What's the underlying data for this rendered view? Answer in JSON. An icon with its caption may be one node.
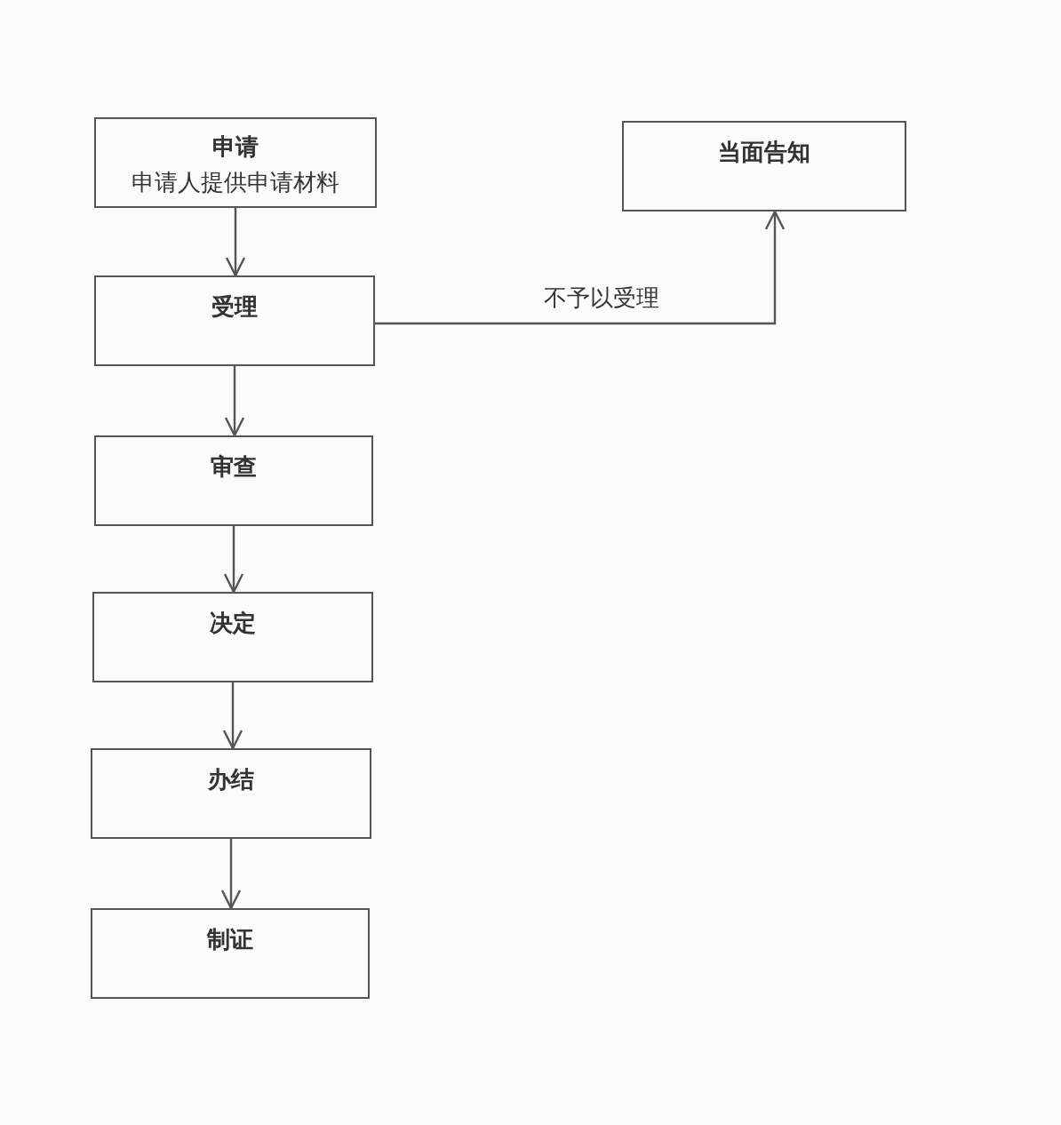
{
  "diagram": {
    "nodes": [
      {
        "text": [
          "申请",
          "申请人提供申请材料"
        ]
      },
      {
        "text": [
          "受理"
        ]
      },
      {
        "text": [
          "审查"
        ]
      },
      {
        "text": [
          "决定"
        ]
      },
      {
        "text": [
          "办结"
        ]
      },
      {
        "text": [
          "制证"
        ]
      },
      {
        "text": [
          "当面告知"
        ]
      }
    ],
    "edges": [
      {
        "from": 0,
        "to": 1,
        "arrow": "to"
      },
      {
        "from": 1,
        "to": 2,
        "arrow": "to"
      },
      {
        "from": 2,
        "to": 3,
        "arrow": "to"
      },
      {
        "from": 3,
        "to": 4,
        "arrow": "to"
      },
      {
        "from": 4,
        "to": 5,
        "arrow": "to"
      },
      {
        "from": 1,
        "to": 6,
        "arrow": "to",
        "label": "不予以受理"
      }
    ]
  }
}
